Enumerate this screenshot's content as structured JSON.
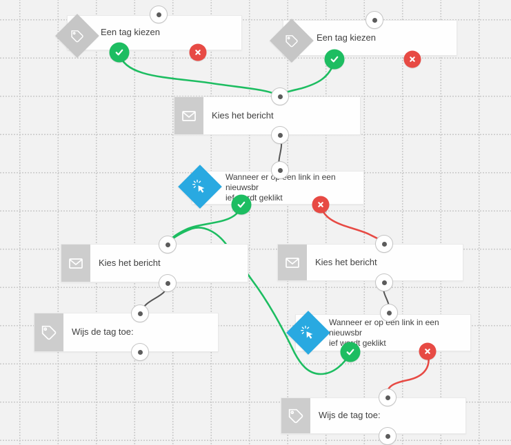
{
  "app": {
    "view": "automation-workflow-canvas",
    "language": "nl"
  },
  "colors": {
    "background": "#f2f2f2",
    "grid_dots": "#c6c6c6",
    "success_green": "#1dbd61",
    "failure_red": "#e74a44",
    "trigger_cyan": "#29a9e1",
    "icon_gray": "#cdcdcd",
    "neutral_connector": "#555555"
  },
  "nodes": [
    {
      "id": "choose-tag-top-left",
      "title": "Een tag kiezen",
      "icon": "tag-icon",
      "icon_shape": "diamond-gray"
    },
    {
      "id": "choose-tag-top-right",
      "title": "Een tag kiezen",
      "icon": "tag-icon",
      "icon_shape": "diamond-gray"
    },
    {
      "id": "choose-message-top",
      "title": "Kies het bericht",
      "icon": "envelope-icon",
      "icon_shape": "square-gray"
    },
    {
      "id": "link-clicked-left",
      "title_line1": "Wanneer er op een link in een nieuwsbr",
      "title_line2": "ief wordt geklikt",
      "icon": "cursor-click-icon",
      "icon_shape": "diamond-cyan"
    },
    {
      "id": "choose-message-left",
      "title": "Kies het bericht",
      "icon": "envelope-icon",
      "icon_shape": "square-gray"
    },
    {
      "id": "assign-tag-left",
      "title": "Wijs de tag toe:",
      "icon": "tag-icon",
      "icon_shape": "square-gray"
    },
    {
      "id": "choose-message-right",
      "title": "Kies het bericht",
      "icon": "envelope-icon",
      "icon_shape": "square-gray"
    },
    {
      "id": "link-clicked-right",
      "title_line1": "Wanneer er op een link in een nieuwsbr",
      "title_line2": "ief wordt geklikt",
      "icon": "cursor-click-icon",
      "icon_shape": "diamond-cyan"
    },
    {
      "id": "assign-tag-right",
      "title": "Wijs de tag toe:",
      "icon": "tag-icon",
      "icon_shape": "square-gray"
    }
  ],
  "connectors": [
    {
      "from": "choose-tag-top-left.success",
      "to": "choose-message-top.in",
      "type": "success"
    },
    {
      "from": "choose-tag-top-right.success",
      "to": "choose-message-top.in",
      "type": "success"
    },
    {
      "from": "choose-message-top.out",
      "to": "link-clicked-left.in",
      "type": "neutral"
    },
    {
      "from": "link-clicked-left.success",
      "to": "choose-message-left.in",
      "type": "success"
    },
    {
      "from": "link-clicked-left.failure",
      "to": "choose-message-right.in",
      "type": "failure"
    },
    {
      "from": "choose-message-left.out",
      "to": "assign-tag-left.in",
      "type": "neutral"
    },
    {
      "from": "choose-message-right.out",
      "to": "link-clicked-right.in",
      "type": "neutral"
    },
    {
      "from": "link-clicked-right.success",
      "to": "choose-message-left.in",
      "type": "success"
    },
    {
      "from": "link-clicked-right.failure",
      "to": "assign-tag-right.in",
      "type": "failure"
    }
  ]
}
